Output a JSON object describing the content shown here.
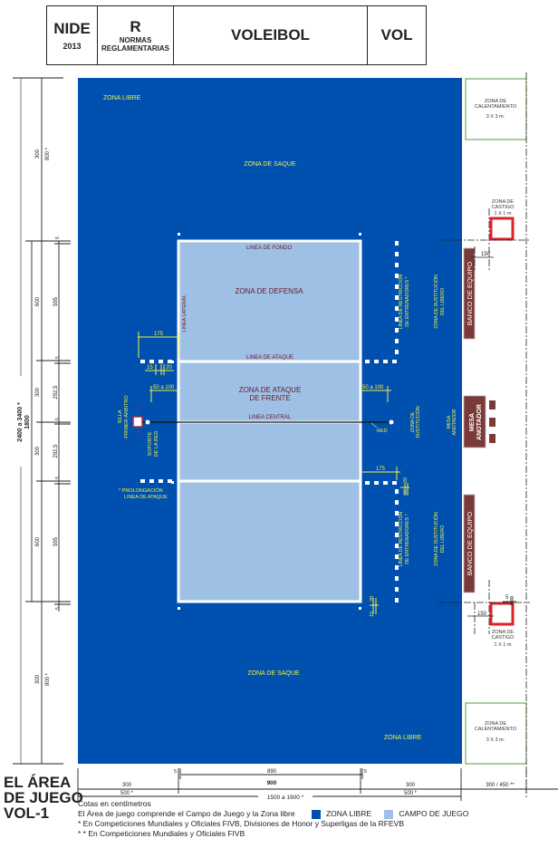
{
  "header": {
    "code": "NIDE",
    "year": "2013",
    "type_letter": "R",
    "type_label_1": "NORMAS",
    "type_label_2": "REGLAMENTARIAS",
    "sport": "VOLEIBOL",
    "abbr": "VOL"
  },
  "colors": {
    "zona_libre": "#0050b0",
    "campo_juego": "#9dc0e4",
    "label_yellow": "#f0f040",
    "label_maroon": "#6b1a2a",
    "bench": "#7a3a3a",
    "penalty": "#e0202a",
    "warmup": "#5a9a3a"
  },
  "court": {
    "zona_libre_top": "ZONA LIBRE",
    "zona_libre_bottom": "ZONA LIBRE",
    "zona_saque_top": "ZONA DE SAQUE",
    "zona_saque_bottom": "ZONA DE SAQUE",
    "linea_fondo": "LINEA DE FONDO",
    "zona_defensa": "ZONA DE DEFENSA",
    "linea_lateral": "LINEA LATERAL",
    "linea_ataque": "LINEA DE ATAQUE",
    "zona_ataque_1": "ZONA DE ATAQUE",
    "zona_ataque_2": "DE FRENTE",
    "linea_central": "LINEA CENTRAL",
    "red": "RED",
    "silla_1": "SILLA",
    "silla_2": "PRIMER ÁRBITRO",
    "soporte_1": "SOPORTE",
    "soporte_2": "DE LA RED",
    "prolong_1": "* PROLONGACIÓN",
    "prolong_2": "LINEA DE ATAQUE",
    "restriccion_1": "LÍNEA DE RESTRICCIÓN",
    "restriccion_2": "DE ENTRENADORES *",
    "sust_libero_1": "ZONA DE SUSTITUCIÓN",
    "sust_libero_2": "DEL LIBERO",
    "sust_1": "ZONA DE",
    "sust_2": "SUSTITUCIÓN",
    "mesa_small_1": "MESA",
    "mesa_small_2": "ANOTADOR",
    "mesa_1": "MESA",
    "mesa_2": "ANOTADOR",
    "banco": "BANCO DE EQUIPO",
    "castigo_1": "ZONA DE",
    "castigo_2": "CASTIGO",
    "castigo_3": "1 X 1 m",
    "calent_1": "ZONA DE",
    "calent_2": "CALENTAMIENTO",
    "calent_3": "3 X 3 m."
  },
  "dimensions": {
    "d175": "175",
    "d15": "15",
    "d20": "20",
    "d50_100": "50 a 100",
    "d150": "150",
    "d5": "5",
    "left_300": "300",
    "left_800": "800 *",
    "left_600": "600",
    "left_595": "595",
    "left_2925": "292,5",
    "left_total_1": "2400 a 3400 *",
    "left_total_2": "1800",
    "bottom_890": "890",
    "bottom_900": "900",
    "bottom_300": "300",
    "bottom_500": "500 *",
    "bottom_total": "1500 a 1900 *",
    "bottom_300_450": "300 / 450 **"
  },
  "title": {
    "line1": "EL ÁREA",
    "line2": "DE JUEGO",
    "line3": "VOL-1"
  },
  "legend": {
    "units": "Cotas en centímetros",
    "area_note": "El Área de juego comprende el Campo de Juego y la Zona libre",
    "zona_libre": "ZONA LIBRE",
    "campo_juego": "CAMPO DE JUEGO",
    "note_1": "*  En Competiciones Mundiales y Oficiales FIVB, Divisiones de Honor y Superligas de la RFEVB",
    "note_2": "* * En Competiciones Mundiales y Oficiales FIVB"
  }
}
